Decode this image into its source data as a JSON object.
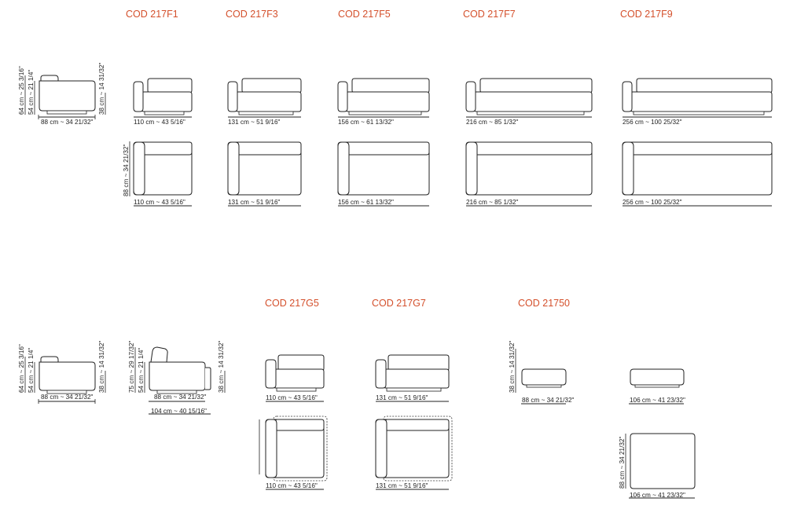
{
  "codes": {
    "f1": "COD 217F1",
    "f3": "COD 217F3",
    "f5": "COD 217F5",
    "f7": "COD 217F7",
    "f9": "COD 217F9",
    "g5": "COD 217G5",
    "g7": "COD 217G7",
    "c50": "COD 21750"
  },
  "dims": {
    "h64": "64 cm ~ 25 3/16\"",
    "h54": "54 cm ~ 21 1/4\"",
    "h38": "38 cm ~ 14 31/32\"",
    "h75": "75 cm ~ 29 17/32\"",
    "w88": "88 cm ~ 34 21/32\"",
    "w110": "110 cm ~ 43 5/16\"",
    "w131": "131 cm ~ 51 9/16\"",
    "w156": "156 cm ~ 61 13/32\"",
    "w216": "216 cm ~ 85 1/32\"",
    "w256": "256 cm ~ 100 25/32\"",
    "w104": "104 cm ~ 40 15/16\"",
    "w106": "106 cm ~ 41 23/32\""
  }
}
